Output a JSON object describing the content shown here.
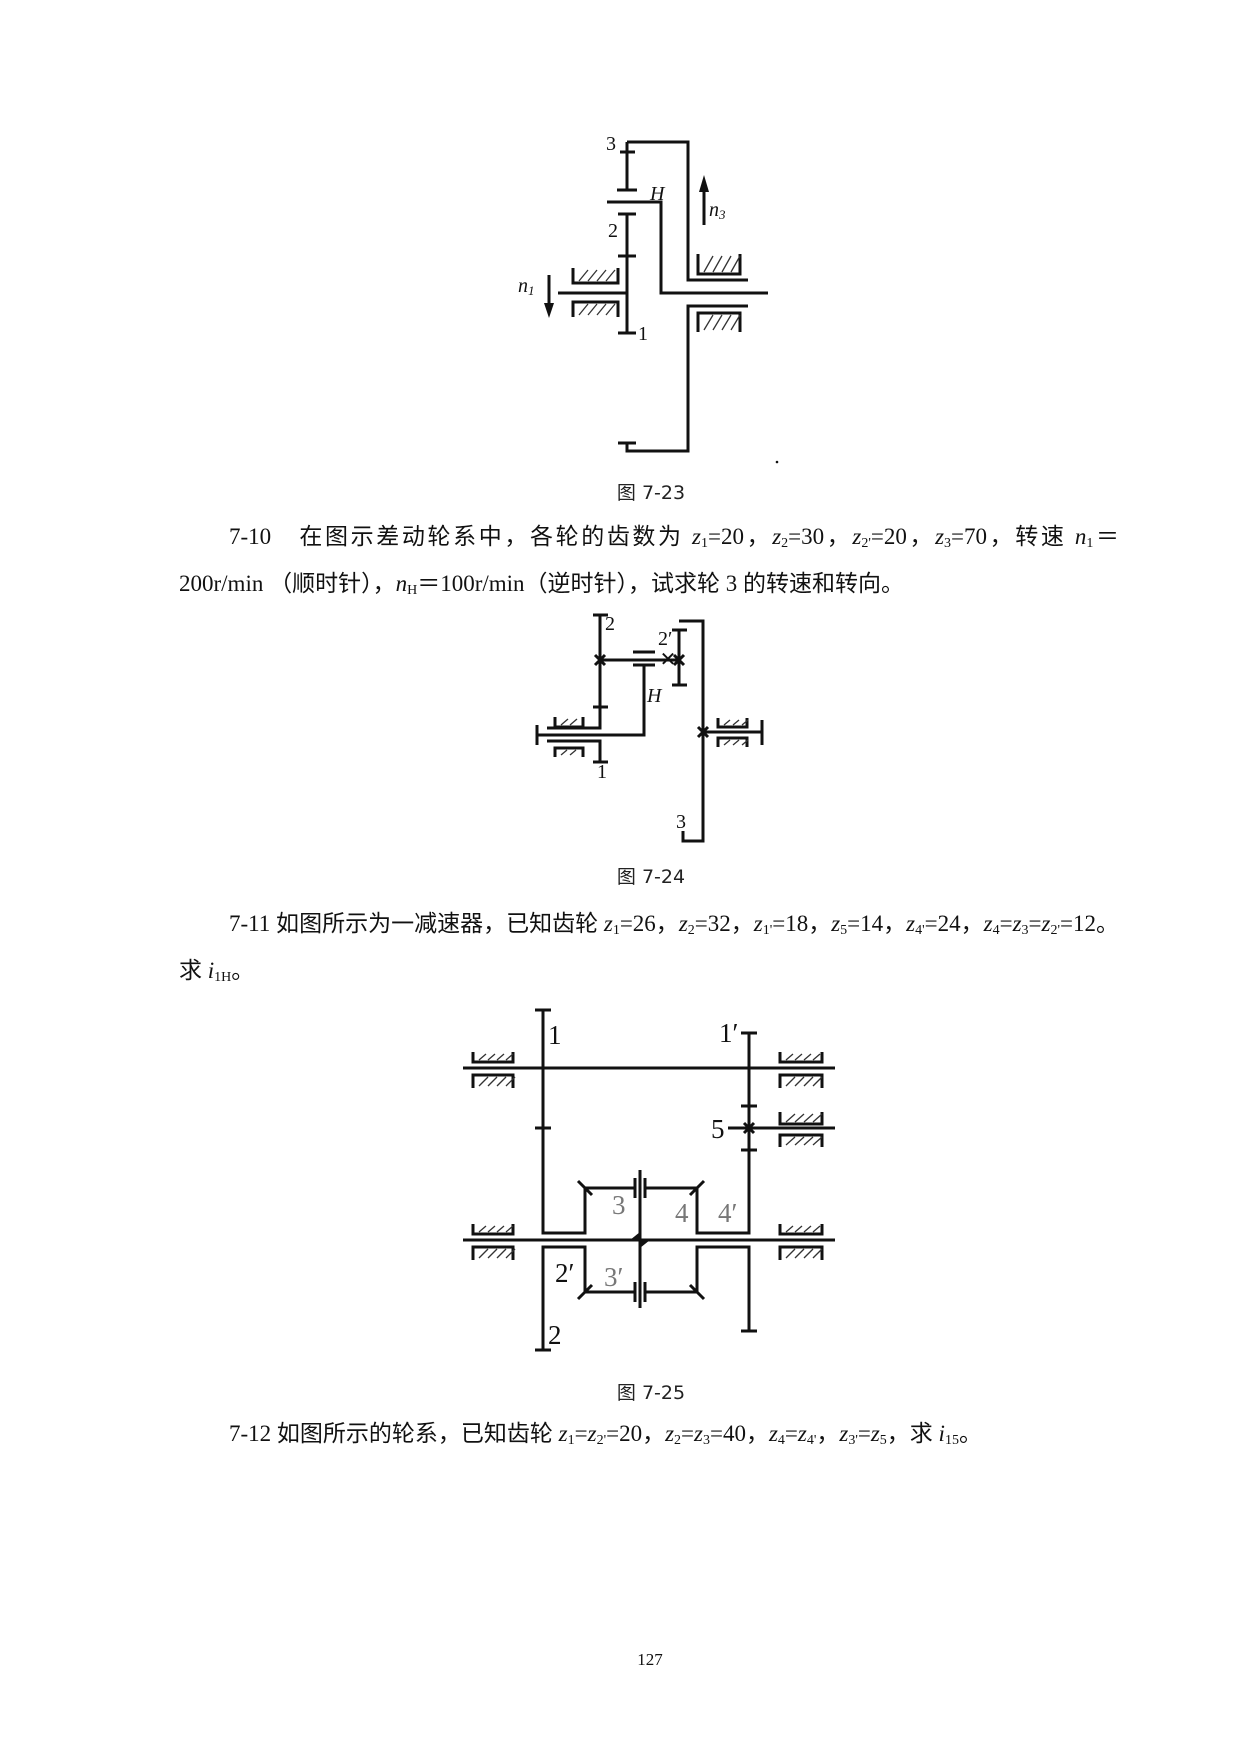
{
  "figures": [
    {
      "caption": "图 7-23",
      "labels": {
        "g3": "3",
        "g2": "2",
        "g1": "1",
        "carrier": "H",
        "n1": "n",
        "n1_sub": "1",
        "n3": "n",
        "n3_sub": "3"
      }
    },
    {
      "caption": "图 7-24",
      "labels": {
        "g2": "2",
        "g2p": "2′",
        "carrier": "H",
        "g1": "1",
        "g3": "3"
      }
    },
    {
      "caption": "图 7-25",
      "labels": {
        "g1": "1",
        "g1p": "1′",
        "g5": "5",
        "g3": "3",
        "g4": "4",
        "g4p": "4′",
        "g2p": "2′",
        "g3p": "3′",
        "g2": "2"
      }
    }
  ],
  "problems": [
    {
      "id": "7-10",
      "segments": [
        "7-10　在图示差动轮系中，各轮的齿数为 ",
        {
          "i": "z",
          "s": "1"
        },
        "=20，",
        {
          "i": "z",
          "s": "2"
        },
        "=30，",
        {
          "i": "z",
          "s": "2'"
        },
        "=20，",
        {
          "i": "z",
          "s": "3"
        },
        "=70，转速 ",
        {
          "i": "n",
          "s": "1"
        },
        "＝200r/min （顺时针），",
        {
          "i": "n",
          "s": "H"
        },
        "＝100r/min（逆时针），试求轮 3 的转速和转向。"
      ]
    },
    {
      "id": "7-11",
      "segments": [
        "7-11 如图所示为一减速器，已知齿轮 ",
        {
          "i": "z",
          "s": "1"
        },
        "=26，",
        {
          "i": "z",
          "s": "2"
        },
        "=32，",
        {
          "i": "z",
          "s": "1'"
        },
        "=18，",
        {
          "i": "z",
          "s": "5"
        },
        "=14，",
        {
          "i": "z",
          "s": "4'"
        },
        "=24，",
        {
          "i": "z",
          "s": "4"
        },
        "=",
        {
          "i": "z",
          "s": "3"
        },
        "=",
        {
          "i": "z",
          "s": "2'"
        },
        "=12。求 ",
        {
          "i": "i",
          "s": "1H"
        },
        "。"
      ]
    },
    {
      "id": "7-12",
      "segments": [
        "7-12 如图所示的轮系，已知齿轮 ",
        {
          "i": "z",
          "s": "1"
        },
        "=",
        {
          "i": "z",
          "s": "2'"
        },
        "=20，",
        {
          "i": "z",
          "s": "2"
        },
        "=",
        {
          "i": "z",
          "s": "3"
        },
        "=40，",
        {
          "i": "z",
          "s": "4"
        },
        "=",
        {
          "i": "z",
          "s": "4'"
        },
        "，",
        {
          "i": "z",
          "s": "3'"
        },
        "=",
        {
          "i": "z",
          "s": "5"
        },
        "，求 ",
        {
          "i": "i",
          "s": "15"
        },
        "。"
      ]
    }
  ],
  "page_number": "127"
}
